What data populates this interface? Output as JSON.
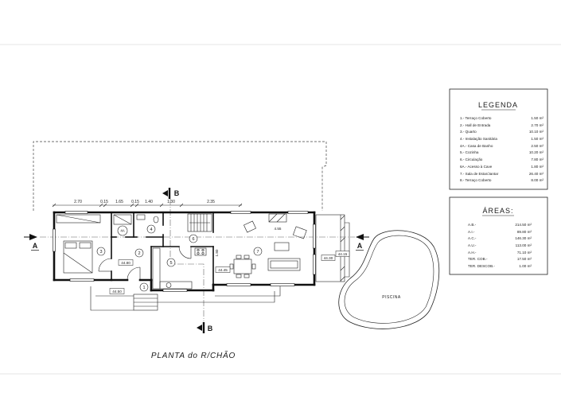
{
  "page": {
    "background": "#ffffff",
    "line_color": "#111111"
  },
  "plan": {
    "title": "PLANTA do R/CHÃO",
    "pool_label": "PISCINA",
    "section_a": "A",
    "section_b": "B",
    "dimensions": [
      "2.70",
      "0.15",
      "1.65",
      "0.15",
      "1.40",
      "1.30",
      "2.35"
    ],
    "levels": [
      "44.80",
      "44.45",
      "44.30",
      "44.15",
      "44.50"
    ],
    "measures": [
      "4.55",
      "1.80"
    ],
    "room_tags": [
      "1",
      "2",
      "3",
      "4",
      "4A",
      "5",
      "6",
      "7"
    ]
  },
  "legend": {
    "title": "LEGENDA",
    "items": [
      {
        "label": "1.- Terraço Coberto",
        "area": "1.50 m²"
      },
      {
        "label": "2.- Hall de Entrada",
        "area": "2.70 m²"
      },
      {
        "label": "3.- Quarto",
        "area": "10.10 m²"
      },
      {
        "label": "4.- Instalação Sanitária",
        "area": "1.50 m²"
      },
      {
        "label": "4A.- Casa de Banho",
        "area": "2.50 m²"
      },
      {
        "label": "5.- Cozinha",
        "area": "10.20 m²"
      },
      {
        "label": "6.- Circulação",
        "area": "7.80 m²"
      },
      {
        "label": "6A.- Acesso à Cave",
        "area": "1.80 m²"
      },
      {
        "label": "7.- Sala de Estar/Jantar",
        "area": "26.40 m²"
      },
      {
        "label": "8.- Terraço Coberto",
        "area": "8.00 m²"
      }
    ]
  },
  "areas": {
    "title": "ÁREAS:",
    "items": [
      {
        "label": "A.B.-",
        "value": "214.50 m²"
      },
      {
        "label": "A.I.-",
        "value": "89.80 m²"
      },
      {
        "label": "A.C.-",
        "value": "146.30 m²"
      },
      {
        "label": "A.U.-",
        "value": "113.00 m²"
      },
      {
        "label": "A.H.-",
        "value": "71.10 m²"
      },
      {
        "label": "TER. COB.-",
        "value": "17.50 m²"
      },
      {
        "label": "TER. DESCOB.-",
        "value": "1.00 m²"
      }
    ]
  }
}
